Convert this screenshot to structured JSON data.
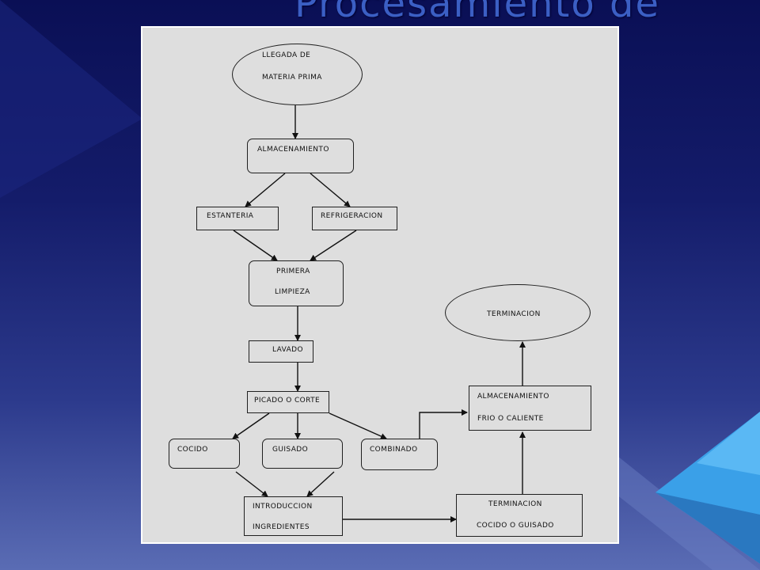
{
  "slide": {
    "title": "Procesamiento de\nvegetales"
  },
  "diagram": {
    "nodes": [
      {
        "id": "llegada",
        "lines": [
          "LLEGADA DE",
          "MATERIA PRIMA"
        ]
      },
      {
        "id": "almacenamiento",
        "lines": [
          "ALMACENAMIENTO"
        ]
      },
      {
        "id": "estanteria",
        "lines": [
          "ESTANTERIA"
        ]
      },
      {
        "id": "refrigeracion",
        "lines": [
          "REFRIGERACION"
        ]
      },
      {
        "id": "primera-limpieza",
        "lines": [
          "PRIMERA",
          "LIMPIEZA"
        ]
      },
      {
        "id": "lavado",
        "lines": [
          "LAVADO"
        ]
      },
      {
        "id": "picado",
        "lines": [
          "PICADO O CORTE"
        ]
      },
      {
        "id": "cocido",
        "lines": [
          "COCIDO"
        ]
      },
      {
        "id": "guisado",
        "lines": [
          "GUISADO"
        ]
      },
      {
        "id": "combinado",
        "lines": [
          "COMBINADO"
        ]
      },
      {
        "id": "introduccion",
        "lines": [
          "INTRODUCCION",
          "INGREDIENTES"
        ]
      },
      {
        "id": "terminacion-cocido",
        "lines": [
          "TERMINACION",
          "COCIDO O GUISADO"
        ]
      },
      {
        "id": "almacenamiento-frio",
        "lines": [
          "ALMACENAMIENTO",
          "FRIO O CALIENTE"
        ]
      },
      {
        "id": "terminacion",
        "lines": [
          "TERMINACION"
        ]
      }
    ],
    "edges": [
      [
        "llegada",
        "almacenamiento"
      ],
      [
        "almacenamiento",
        "estanteria"
      ],
      [
        "almacenamiento",
        "refrigeracion"
      ],
      [
        "estanteria",
        "primera-limpieza"
      ],
      [
        "refrigeracion",
        "primera-limpieza"
      ],
      [
        "primera-limpieza",
        "lavado"
      ],
      [
        "lavado",
        "picado"
      ],
      [
        "picado",
        "cocido"
      ],
      [
        "picado",
        "guisado"
      ],
      [
        "picado",
        "combinado"
      ],
      [
        "cocido",
        "introduccion"
      ],
      [
        "guisado",
        "introduccion"
      ],
      [
        "introduccion",
        "terminacion-cocido"
      ],
      [
        "combinado",
        "almacenamiento-frio"
      ],
      [
        "terminacion-cocido",
        "almacenamiento-frio"
      ],
      [
        "almacenamiento-frio",
        "terminacion"
      ]
    ]
  }
}
